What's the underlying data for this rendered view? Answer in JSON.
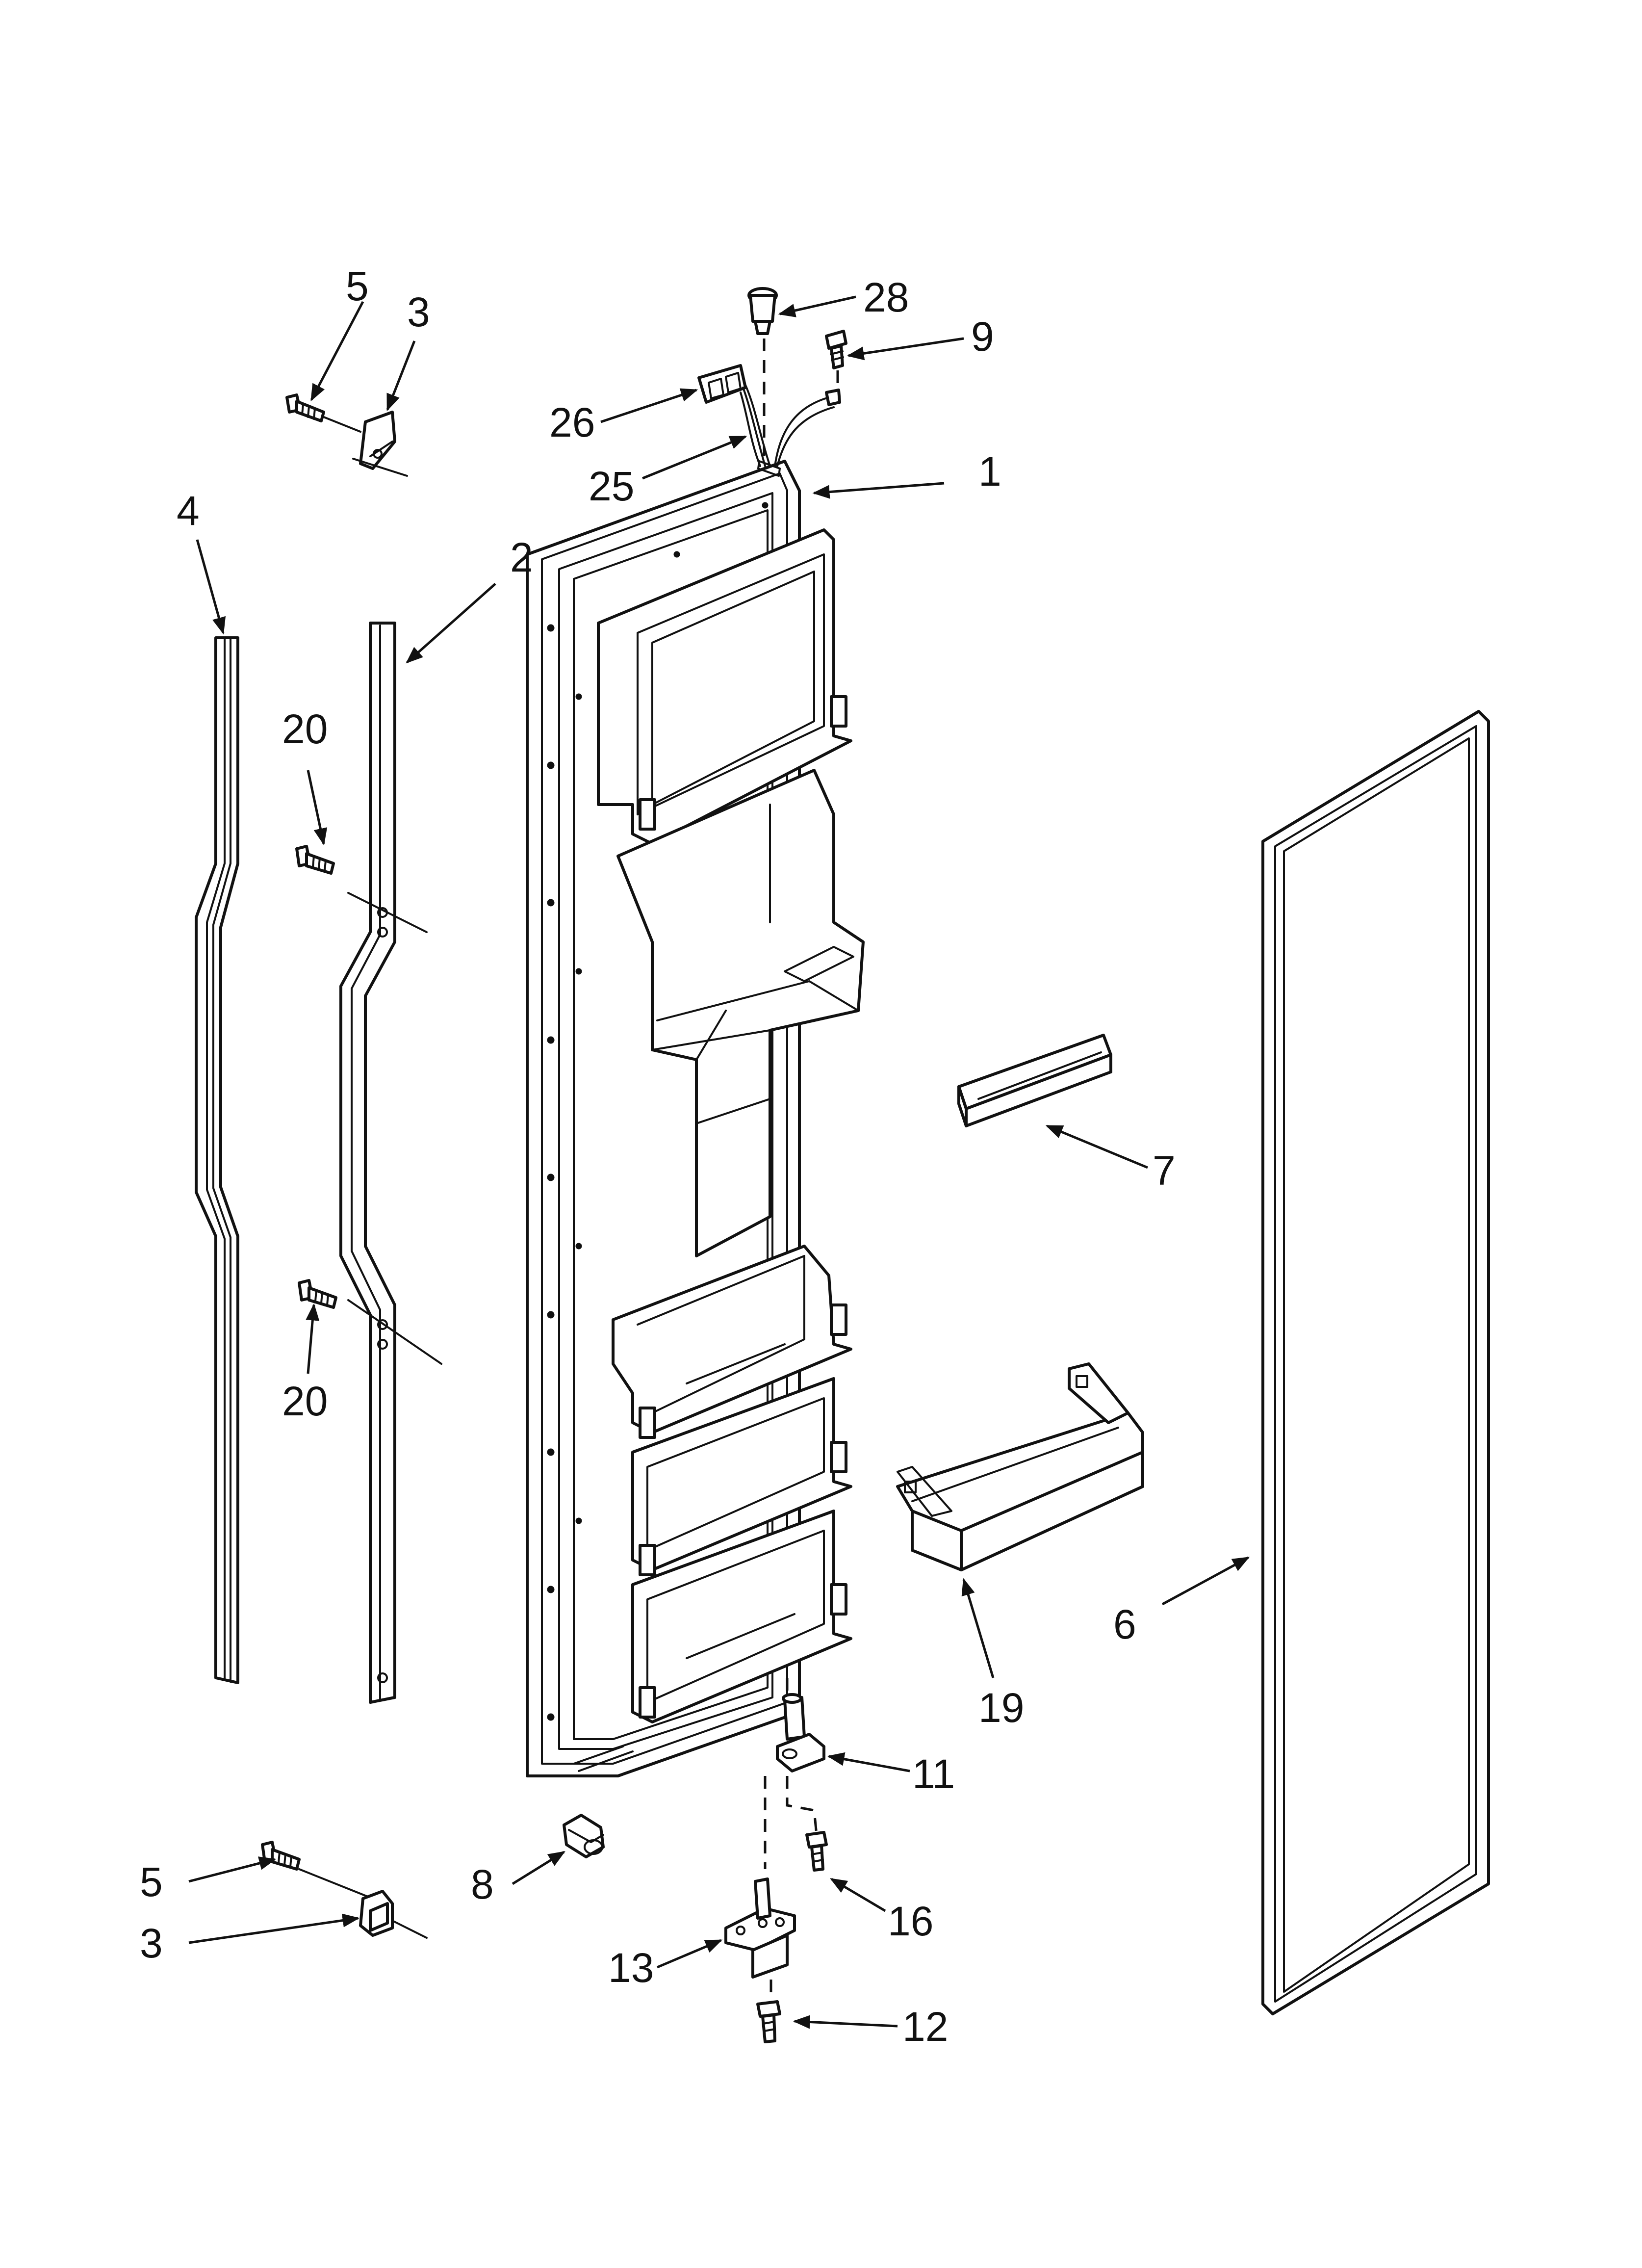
{
  "diagram": {
    "type": "exploded parts diagram",
    "colors": {
      "line": "#111111",
      "background": "#ffffff"
    },
    "callouts": {
      "c1": "1",
      "c2": "2",
      "c3_top": "3",
      "c3_bottom": "3",
      "c4": "4",
      "c5_top": "5",
      "c5_bottom": "5",
      "c6": "6",
      "c7": "7",
      "c8": "8",
      "c9": "9",
      "c11": "11",
      "c12": "12",
      "c13": "13",
      "c16": "16",
      "c19": "19",
      "c20_top": "20",
      "c20_bottom": "20",
      "c25": "25",
      "c26": "26",
      "c28": "28"
    },
    "parts": [
      {
        "ref": "1",
        "icon": "door-liner-assembly"
      },
      {
        "ref": "2",
        "icon": "handle-strip"
      },
      {
        "ref": "3",
        "icon": "hinge-bracket"
      },
      {
        "ref": "4",
        "icon": "trim-strip"
      },
      {
        "ref": "5",
        "icon": "screw"
      },
      {
        "ref": "6",
        "icon": "door-gasket"
      },
      {
        "ref": "7",
        "icon": "shelf-retainer"
      },
      {
        "ref": "8",
        "icon": "bushing"
      },
      {
        "ref": "9",
        "icon": "screw"
      },
      {
        "ref": "11",
        "icon": "hinge-pin"
      },
      {
        "ref": "12",
        "icon": "screw"
      },
      {
        "ref": "13",
        "icon": "hinge-plate"
      },
      {
        "ref": "16",
        "icon": "screw"
      },
      {
        "ref": "19",
        "icon": "door-bin"
      },
      {
        "ref": "20",
        "icon": "screw"
      },
      {
        "ref": "25",
        "icon": "wire-harness"
      },
      {
        "ref": "26",
        "icon": "connector"
      },
      {
        "ref": "28",
        "icon": "plug"
      }
    ]
  }
}
